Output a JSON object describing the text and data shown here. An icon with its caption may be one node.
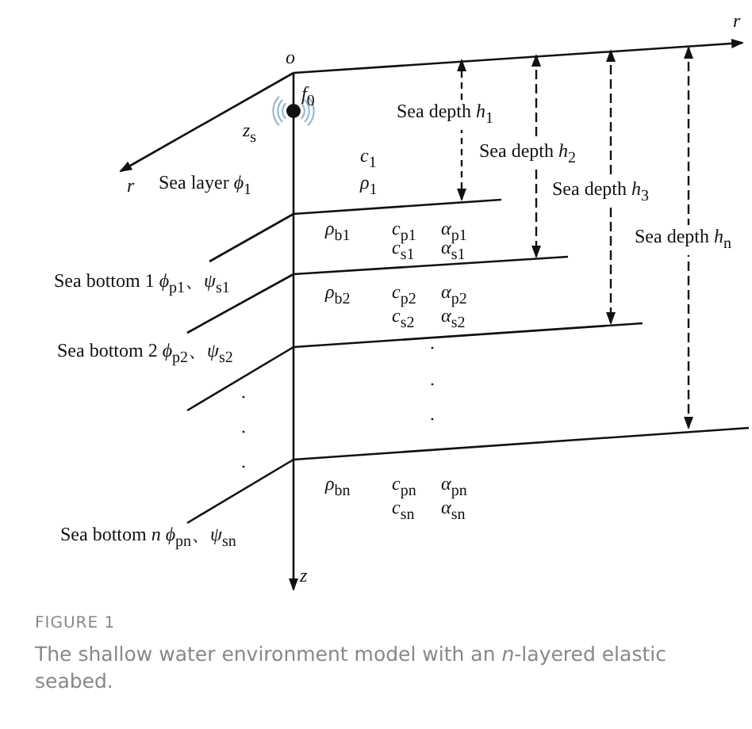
{
  "diagram": {
    "title": "FIGURE 1",
    "caption": "The shallow water environment model with an *n*-layered elastic seabed.",
    "labels": [
      "*o*",
      "*r*",
      "*f*$_{0}$",
      "*z*$_{s}$",
      "Sea depth *h*$_{1}$",
      "*r*",
      "Sea layer *ϕ*$_{1}$",
      "*c*$_{1}$",
      "*ρ*$_{1}$",
      "Sea depth *h*$_{2}$",
      "Sea depth *h*$_{3}$",
      "*ρ*$_{b1}$",
      "*c*$_{p1}$",
      "*α*$_{p1}$",
      "*c*$_{s1}$",
      "*α*$_{s1}$",
      "Sea depth *h*$_{n}$",
      "Sea bottom 1 *ϕ*$_{p1}$、*ψ*$_{s1}$",
      "*ρ*$_{b2}$",
      "*c*$_{p2}$",
      "*α*$_{p2}$",
      "*c*$_{s2}$",
      "*α*$_{s2}$",
      "Sea bottom 2 *ϕ*$_{p2}$、*ψ*$_{s2}$",
      ".",
      ".",
      ".",
      ".",
      ".",
      ".",
      "*ρ*$_{bn}$",
      "*c*$_{pn}$",
      "*α*$_{pn}$",
      "*c*$_{sn}$",
      "*α*$_{sn}$",
      "Sea bottom *n* *ϕ*$_{pn}$、*ψ*$_{sn}$",
      "*z*"
    ]
  }
}
